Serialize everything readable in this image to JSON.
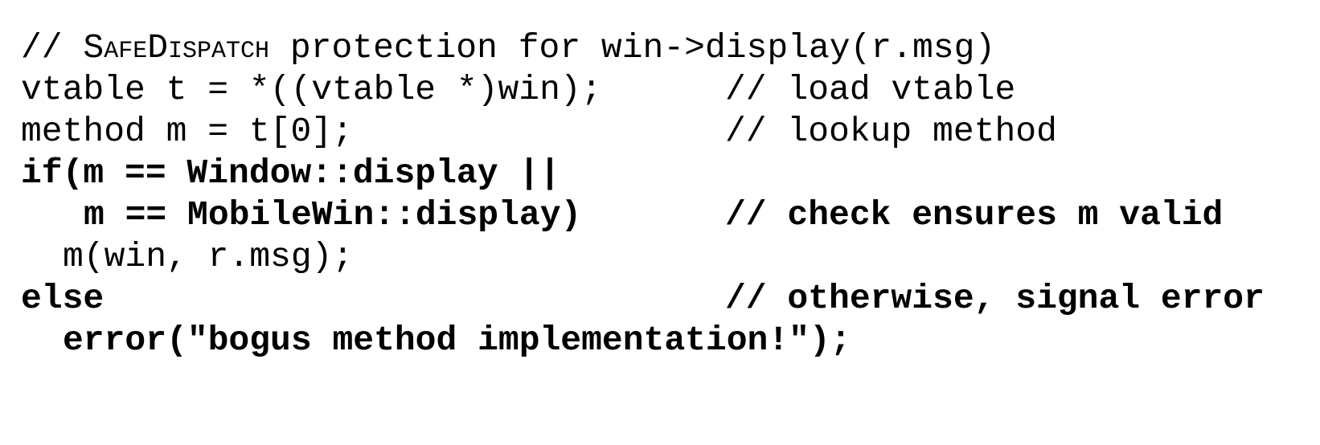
{
  "lines": [
    {
      "code_prefix": "// ",
      "code_smallcaps": "SafeDispatch",
      "code_suffix": " protection for win->display(r.msg)",
      "comment": ""
    },
    {
      "code": "vtable t = *((vtable *)win);",
      "comment": "// load vtable"
    },
    {
      "code": "method m = t[0];",
      "comment": "// lookup method"
    },
    {
      "code": "if(m == Window::display ||",
      "comment": ""
    },
    {
      "code": "m == MobileWin::display)",
      "comment": "// check ensures m valid"
    },
    {
      "code": "m(win, r.msg);",
      "comment": ""
    },
    {
      "code": "else",
      "comment": "// otherwise, signal error"
    },
    {
      "code": "error(\"bogus method implementation!\");",
      "comment": ""
    }
  ]
}
